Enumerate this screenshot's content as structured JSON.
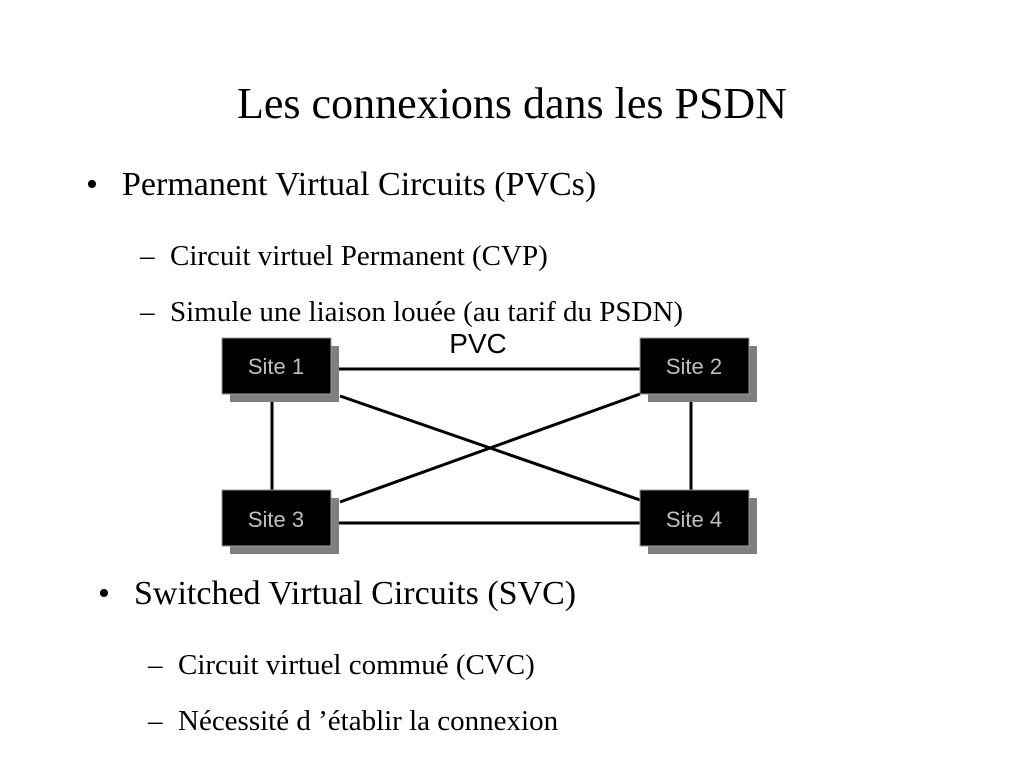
{
  "slide": {
    "title": "Les connexions dans les PSDN",
    "bullets": [
      {
        "marker": "•",
        "text": "Permanent Virtual Circuits (PVCs)",
        "subitems": [
          {
            "marker": "–",
            "text": "Circuit virtuel Permanent (CVP)"
          },
          {
            "marker": "–",
            "text": "Simule une liaison louée (au tarif du PSDN)"
          }
        ]
      },
      {
        "marker": "•",
        "text": "Switched Virtual Circuits (SVC)",
        "subitems": [
          {
            "marker": "–",
            "text": "Circuit virtuel commué (CVC)"
          },
          {
            "marker": "–",
            "text": "Nécessité d ’établir la connexion"
          }
        ]
      }
    ]
  },
  "diagram": {
    "link_label": "PVC",
    "nodes": [
      {
        "id": "site1",
        "label": "Site 1"
      },
      {
        "id": "site2",
        "label": "Site 2"
      },
      {
        "id": "site3",
        "label": "Site 3"
      },
      {
        "id": "site4",
        "label": "Site 4"
      }
    ],
    "edges": [
      {
        "from": "site1",
        "to": "site2"
      },
      {
        "from": "site3",
        "to": "site4"
      },
      {
        "from": "site1",
        "to": "site3"
      },
      {
        "from": "site2",
        "to": "site4"
      },
      {
        "from": "site1",
        "to": "site4"
      },
      {
        "from": "site2",
        "to": "site3"
      }
    ],
    "colors": {
      "box_fill": "#000000",
      "box_shadow": "#7f7f7f",
      "box_text": "#bfbfbf",
      "line": "#000000"
    }
  }
}
